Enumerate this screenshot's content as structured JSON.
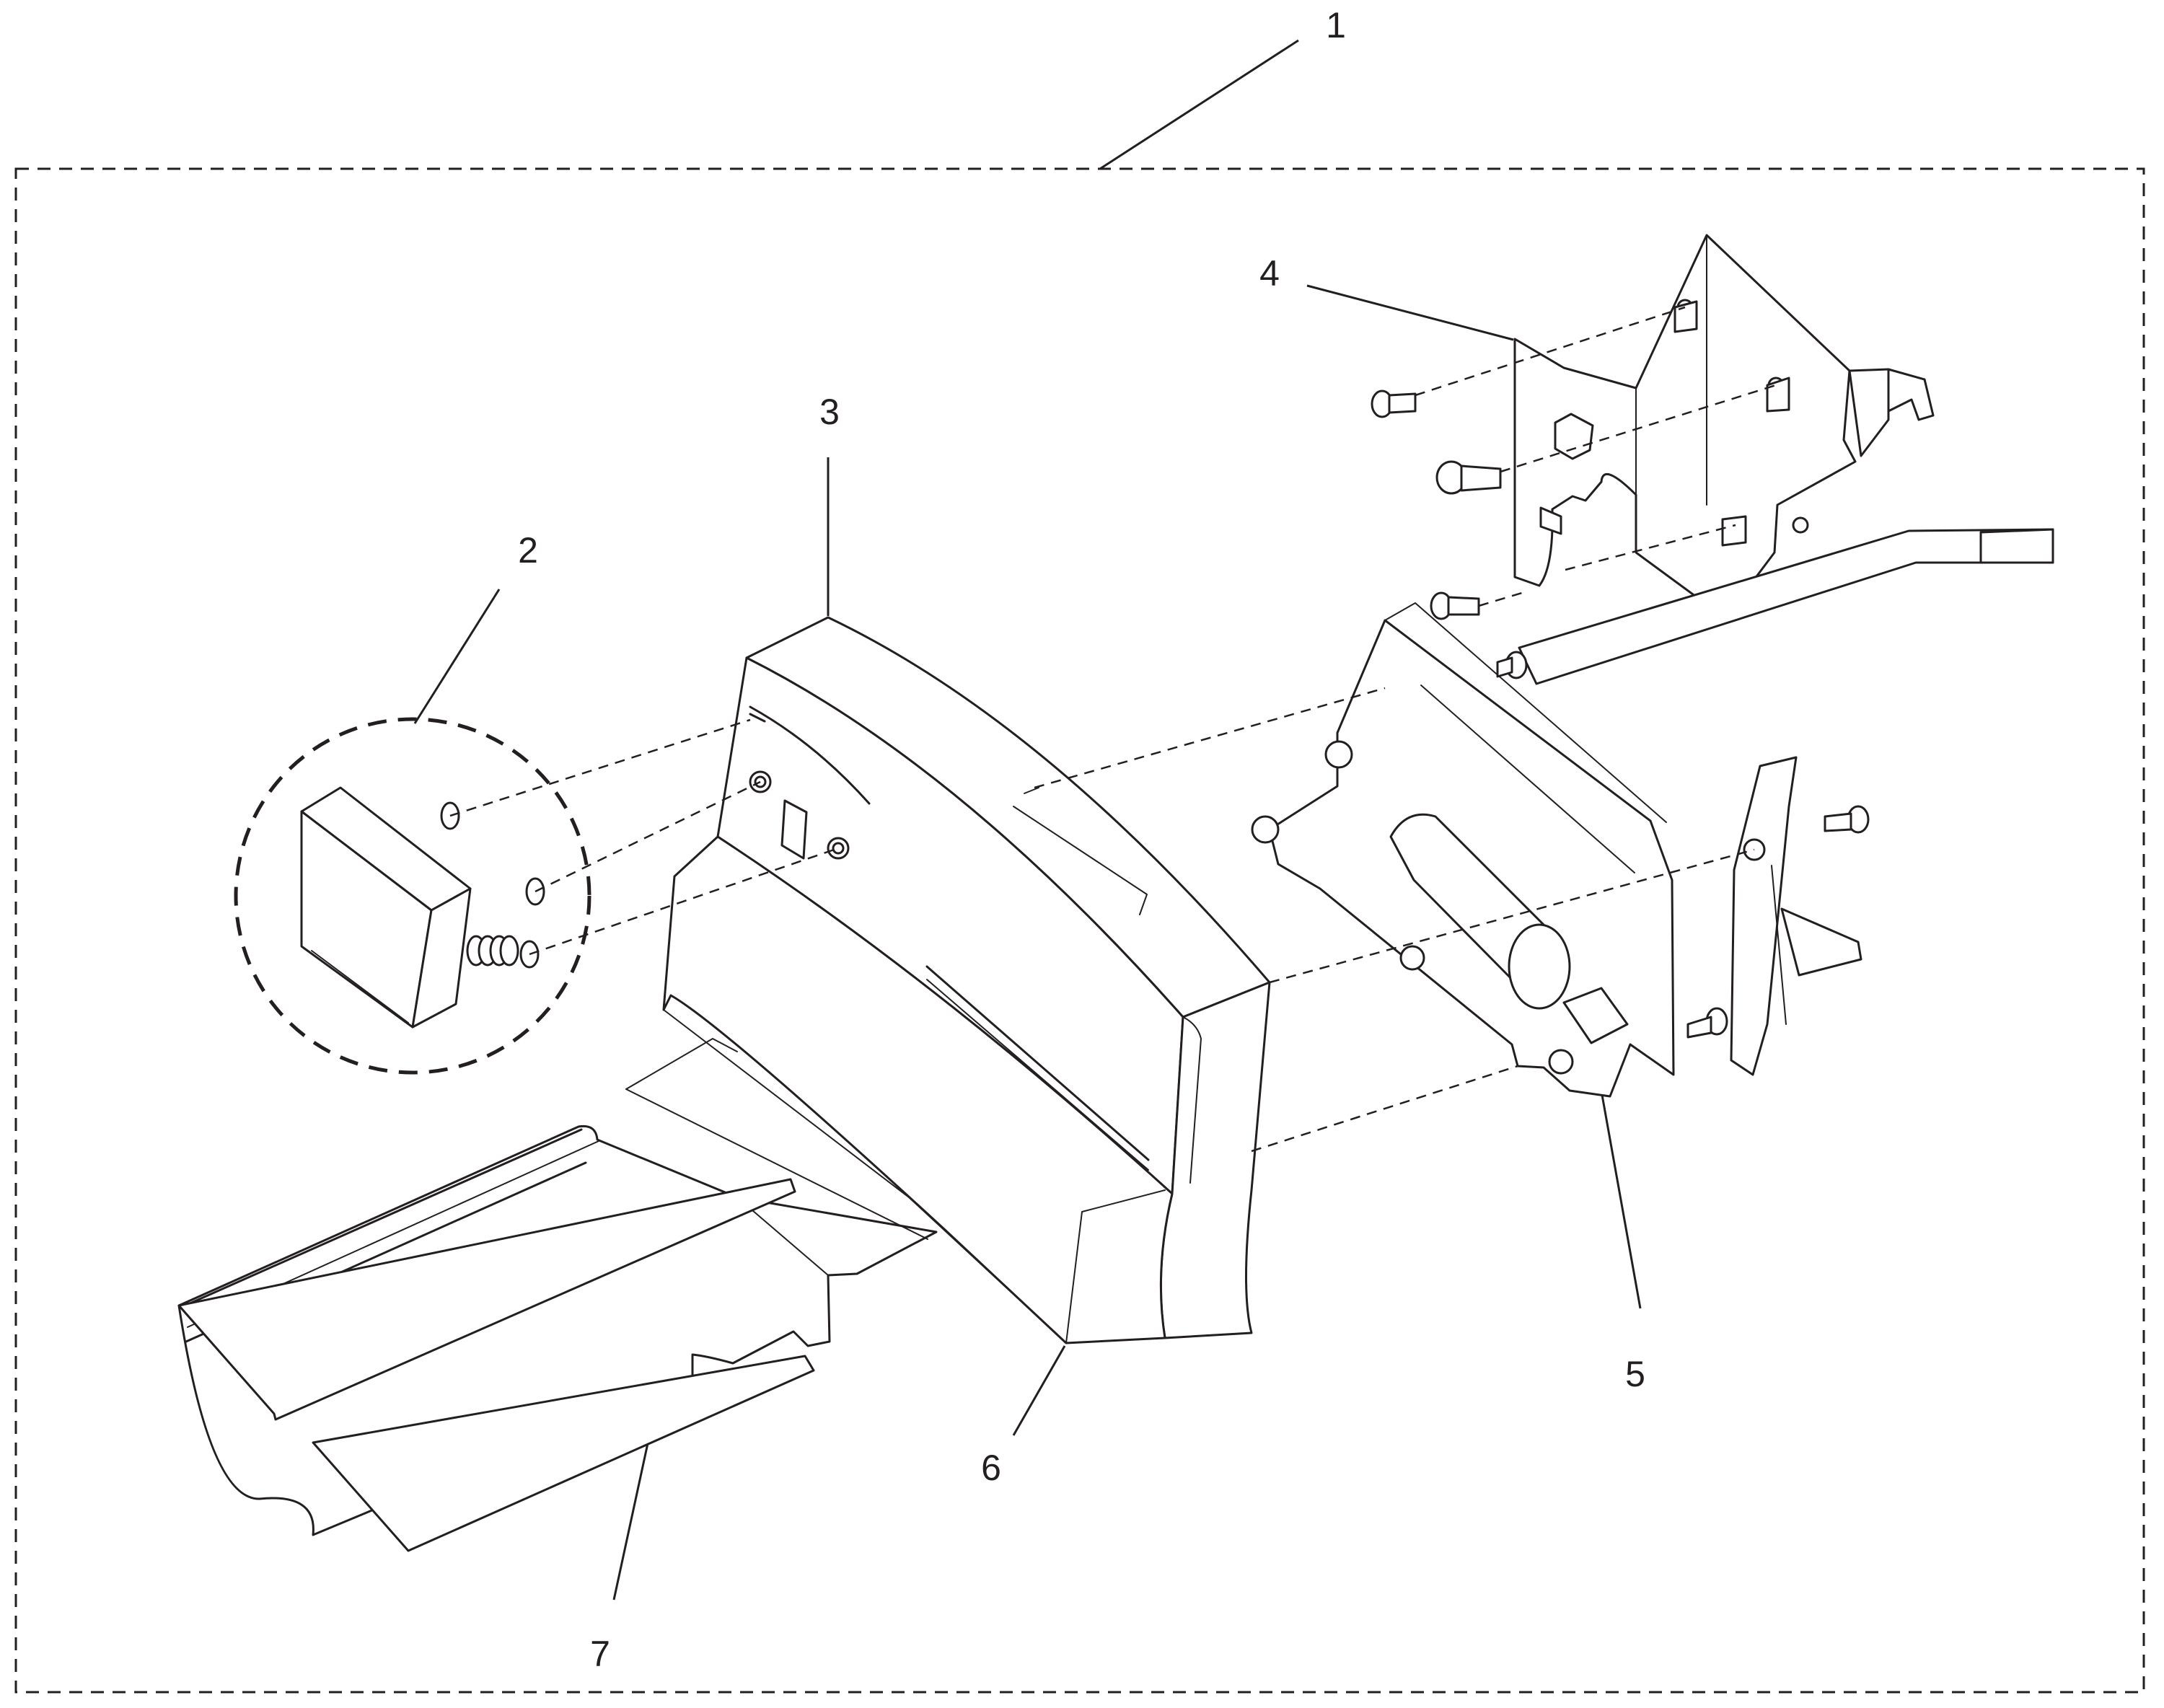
{
  "callouts": [
    "1",
    "2",
    "3",
    "4",
    "5",
    "6",
    "7"
  ],
  "style": {
    "line_color": "#231f20",
    "background": "#ffffff"
  }
}
